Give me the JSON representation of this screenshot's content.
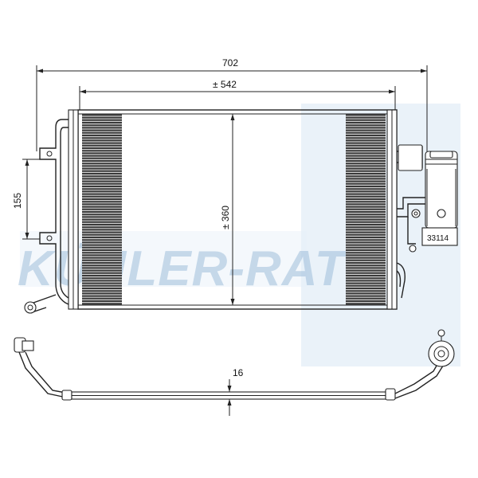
{
  "watermark": {
    "text": "KÜHLER-RATH",
    "color": "#9fbedb"
  },
  "dimensions": {
    "overall_width": "702",
    "core_width": "± 542",
    "core_height": "± 360",
    "bracket_spacing": "155",
    "pipe_thickness": "16"
  },
  "part_label": "33114"
}
